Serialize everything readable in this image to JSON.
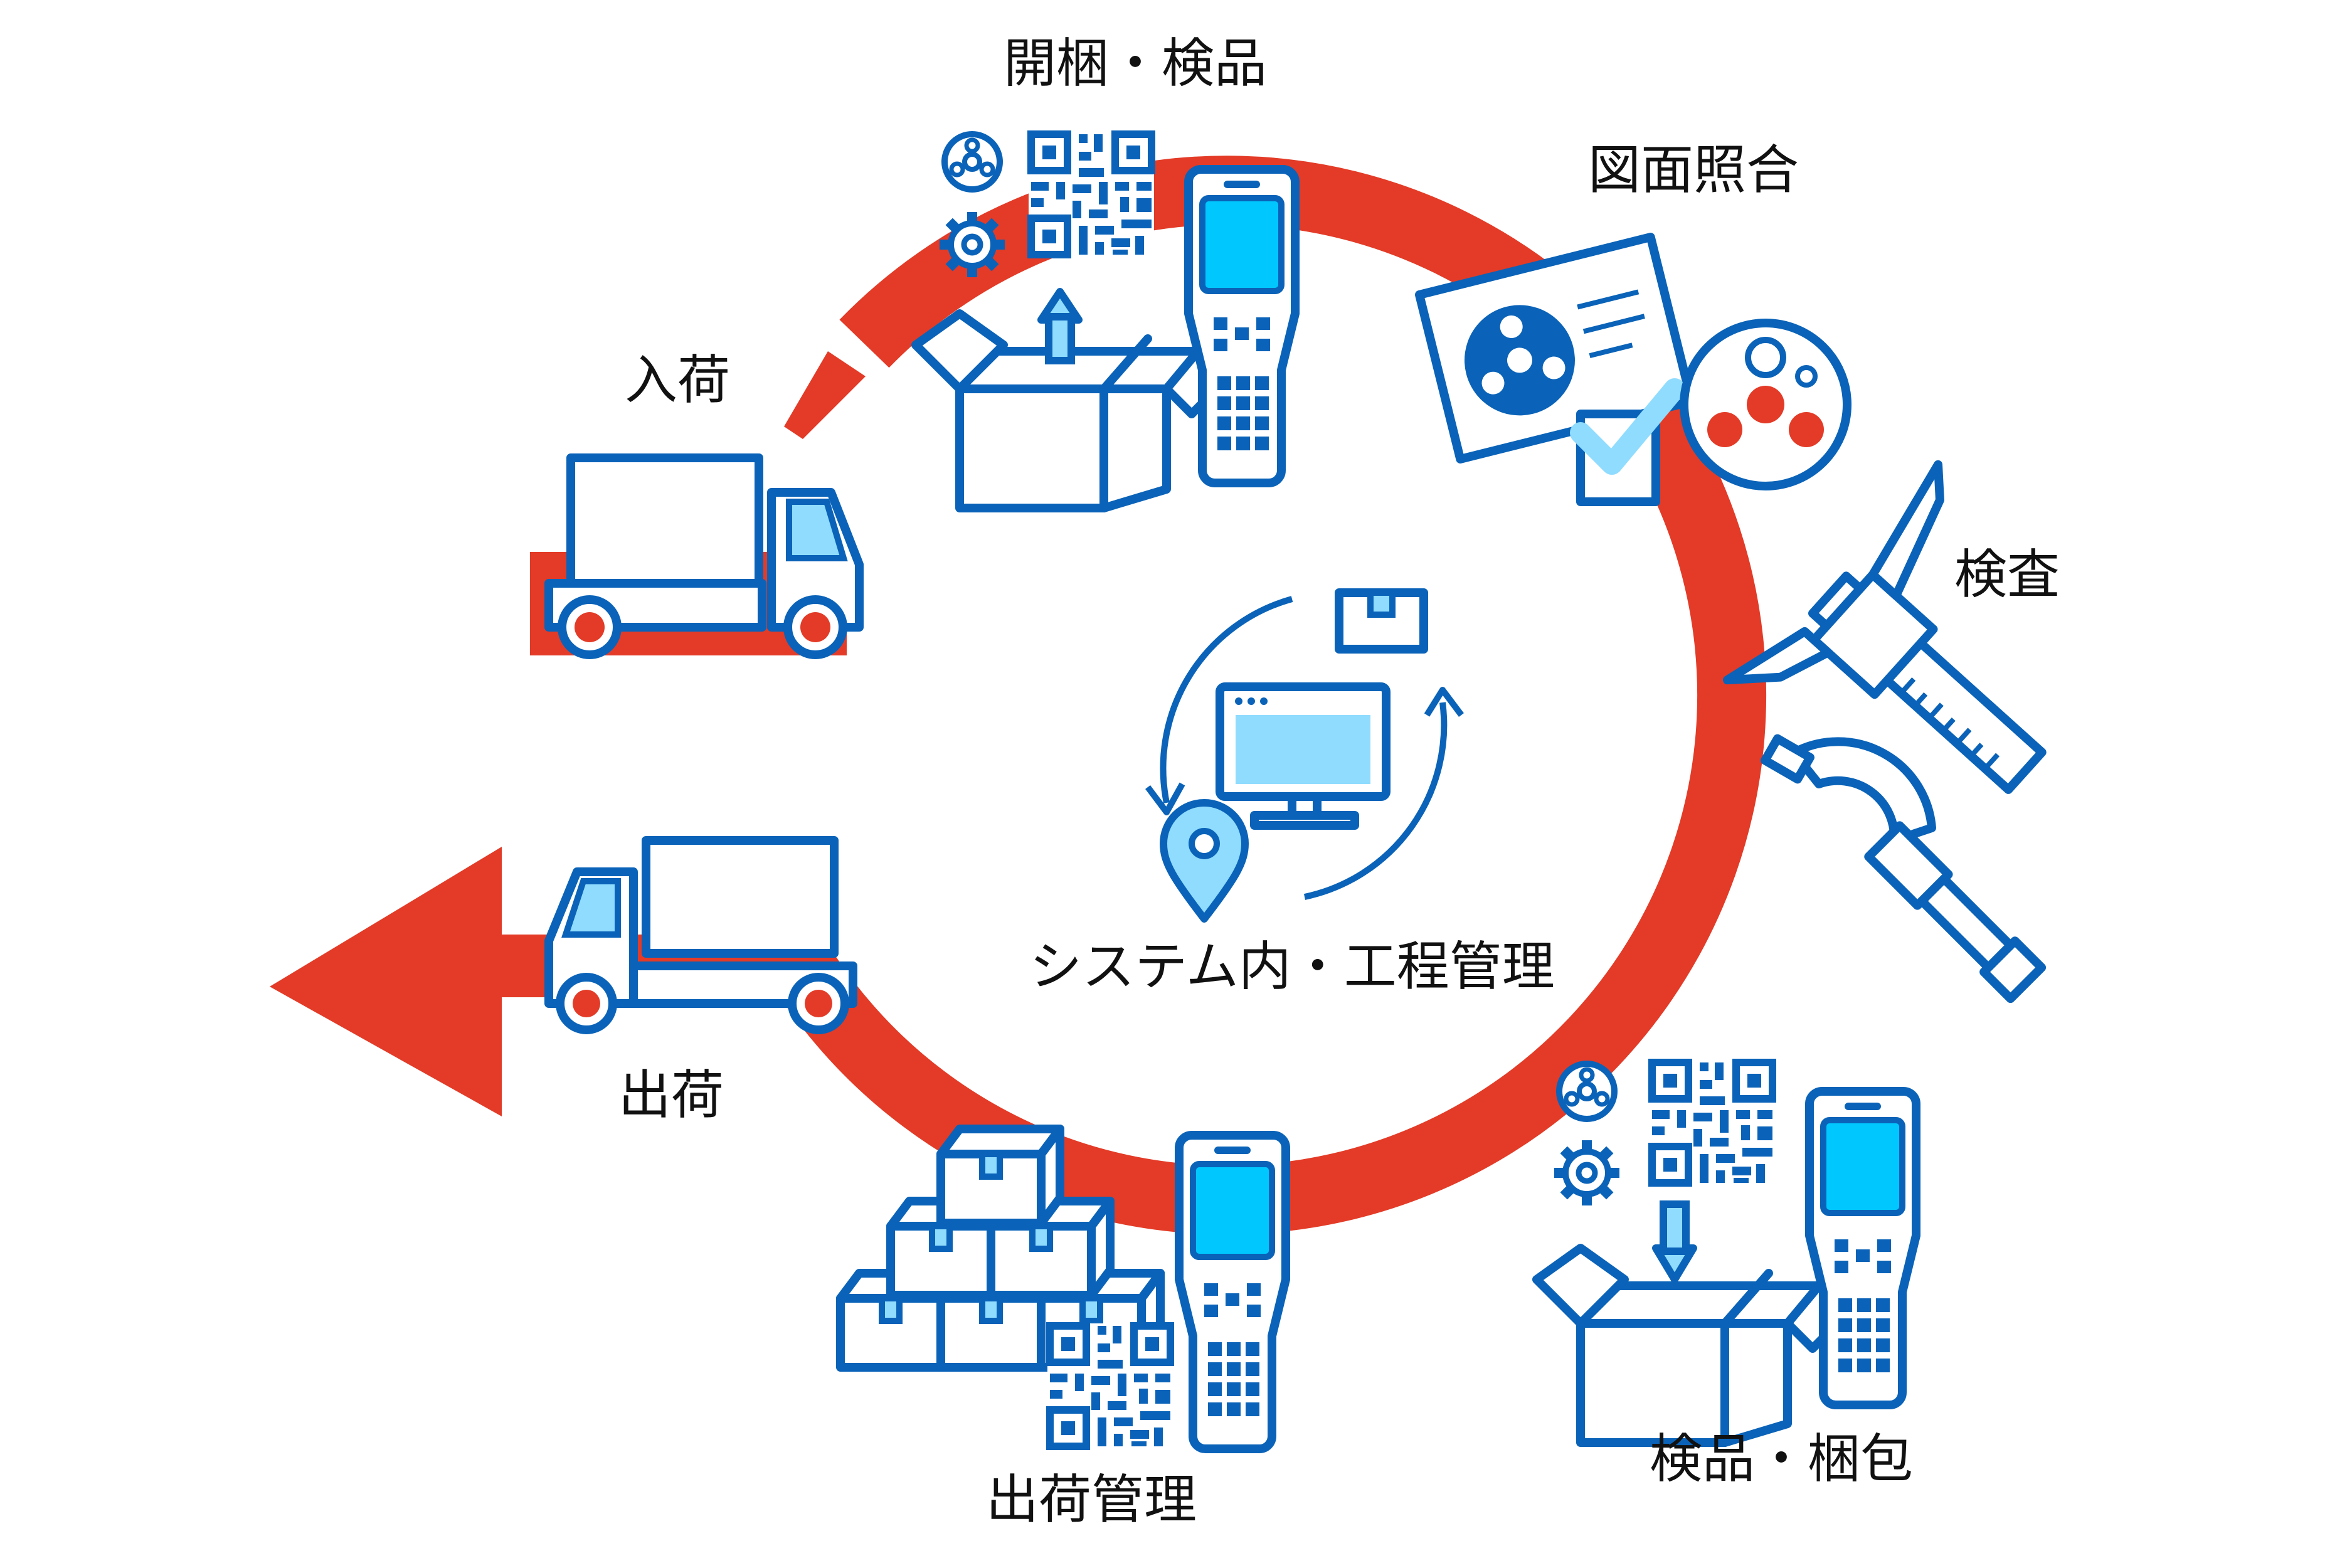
{
  "labels": {
    "receiving": "入荷",
    "unpack_inspect": "開梱・検品",
    "drawing_check": "図面照合",
    "inspection": "検査",
    "inspect_pack": "検品・梱包",
    "shipping_management": "出荷管理",
    "shipping": "出荷",
    "center": "システム内・工程管理"
  },
  "colors": {
    "cycle_arrow": "#e33b27",
    "icon_outline": "#0a63b8",
    "icon_fill": "#8fdcff",
    "screen_fill": "#00c8ff"
  },
  "icons": [
    "truck-icon",
    "open-box-icon",
    "qr-code-icon",
    "reel-icon",
    "gear-icon",
    "handheld-scanner-icon",
    "drawing-document-icon",
    "checkmark-icon",
    "caliper-icon",
    "micrometer-icon",
    "stacked-boxes-icon",
    "monitor-icon",
    "location-pin-icon",
    "box-icon",
    "cycle-arrows-icon"
  ]
}
